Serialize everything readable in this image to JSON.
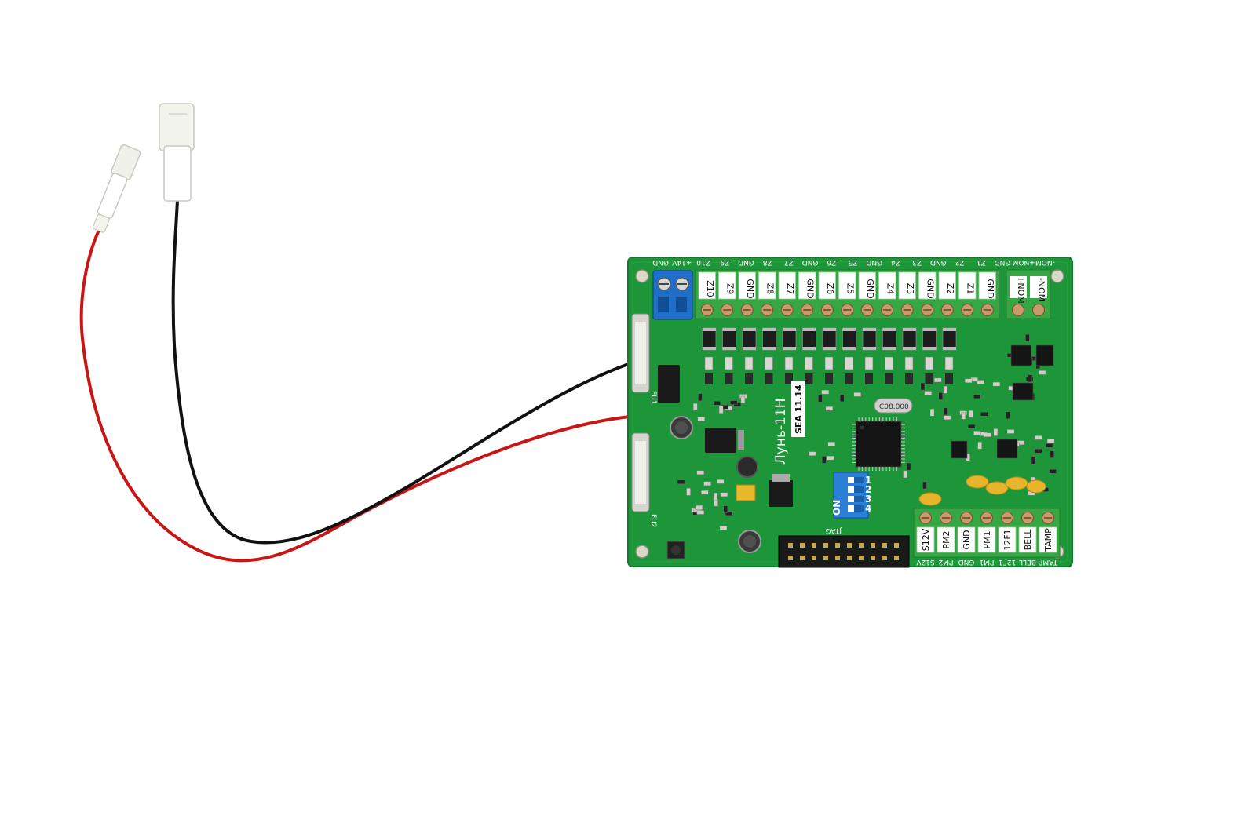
{
  "board": {
    "title": "Лунь-11Н",
    "model_label": "SEA 11.14",
    "crystal_label": "С08.000",
    "top_silk": [
      "GND",
      "+14V",
      "Z10",
      "Z9",
      "GND",
      "Z8",
      "Z7",
      "GND",
      "Z6",
      "Z5",
      "GND",
      "Z4",
      "Z3",
      "GND",
      "Z2",
      "Z1",
      "GND",
      "+NOM",
      "-NOM"
    ],
    "top_terminals": [
      "Z10",
      "Z9",
      "GND",
      "Z8",
      "Z7",
      "GND",
      "Z6",
      "Z5",
      "GND",
      "Z4",
      "Z3",
      "GND",
      "Z2",
      "Z1",
      "GND"
    ],
    "power_terminals": [
      "+NOM",
      "-NOM"
    ],
    "bottom_terminals": [
      "S12V",
      "PM2",
      "GND",
      "PM1",
      "12F1",
      "BELL",
      "TAMP"
    ],
    "bottom_silk": [
      "S12V",
      "PM2",
      "GND",
      "PM1",
      "12F1",
      "BELL",
      "TAMP"
    ],
    "jtag_label": "JTAG",
    "dip": {
      "on_label": "ON",
      "numbers": [
        "1",
        "2",
        "3",
        "4"
      ]
    },
    "fuse_labels": [
      "FU1",
      "FU2"
    ]
  },
  "colors": {
    "pcb": "#1f9a3c",
    "pcb_dark": "#157a2c",
    "terminal_green": "#3fb54a",
    "terminal_blue": "#1f6fc9",
    "wire_red": "#d01818",
    "wire_black": "#111111",
    "connector": "#f2f2ee"
  },
  "icons": [
    "circuit-board-icon"
  ]
}
